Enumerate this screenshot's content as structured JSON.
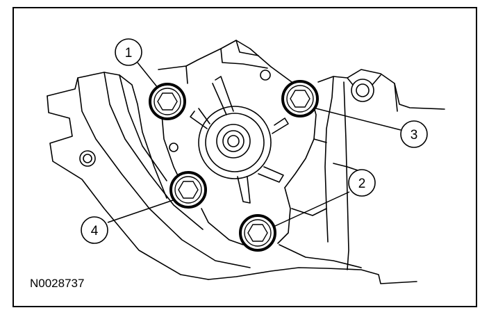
{
  "figure": {
    "id_label": "N0028737"
  },
  "callouts": [
    {
      "number": "1",
      "target": "bolt-1"
    },
    {
      "number": "2",
      "target": "bolt-2"
    },
    {
      "number": "3",
      "target": "bolt-3"
    },
    {
      "number": "4",
      "target": "bolt-4"
    }
  ],
  "colors": {
    "ink": "#000000",
    "background": "#ffffff"
  }
}
